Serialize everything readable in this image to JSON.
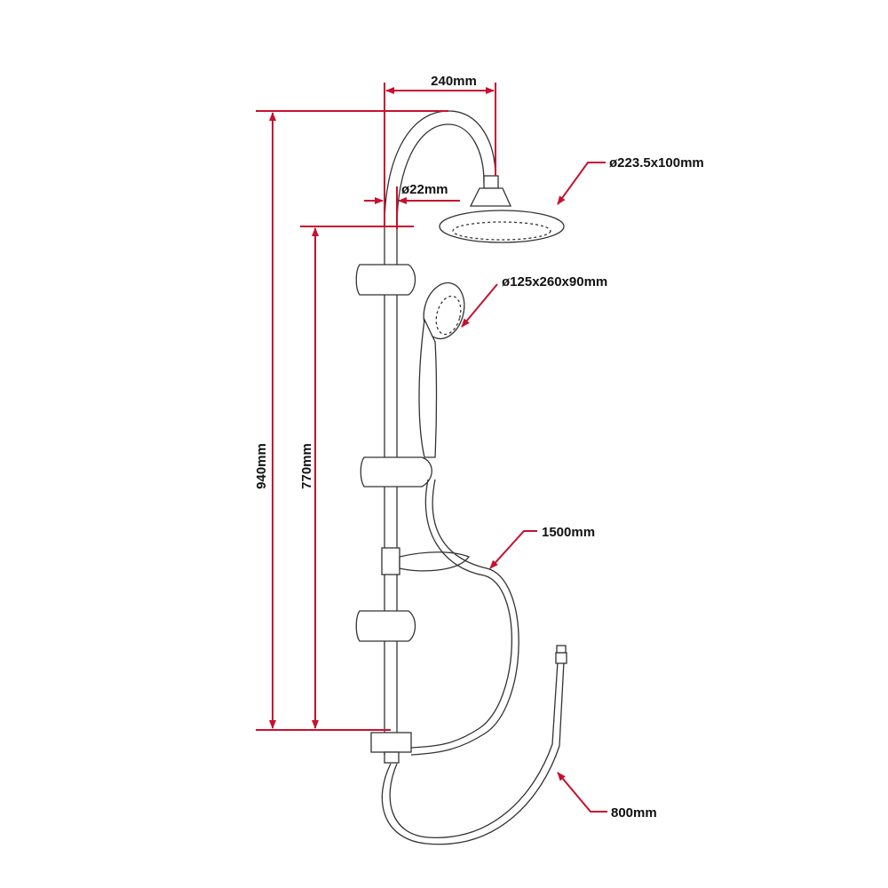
{
  "colors": {
    "dimension": "#c8102e",
    "outline": "#333333"
  },
  "dimensions": {
    "arm_reach": "240mm",
    "pipe_diameter": "ø22mm",
    "head_shower": "ø223.5x100mm",
    "hand_shower": "ø125x260x90mm",
    "hose_long": "1500mm",
    "hose_short": "800mm",
    "total_height": "940mm",
    "rail_height": "770mm"
  }
}
